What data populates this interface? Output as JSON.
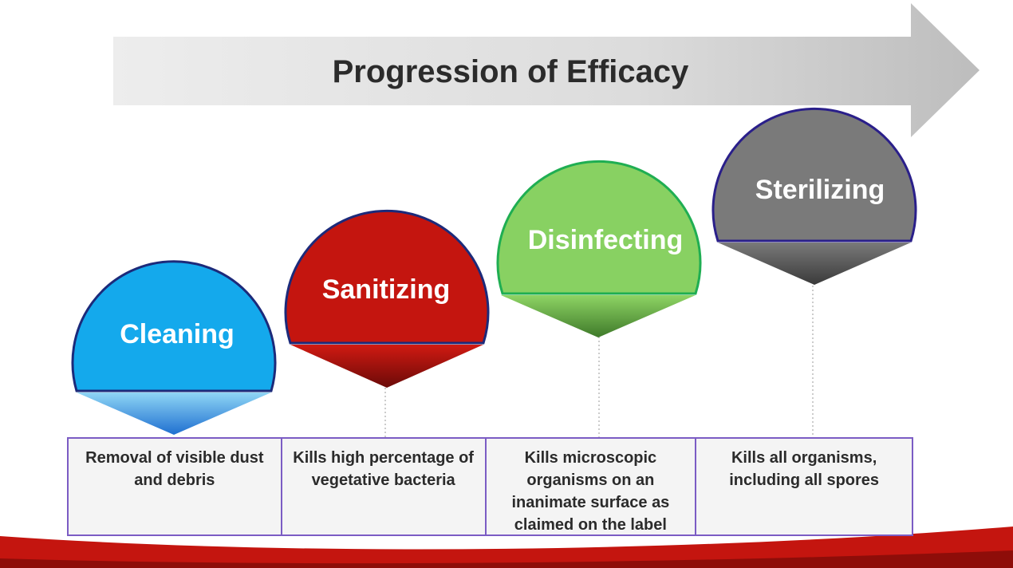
{
  "title": "Progression of Efficacy",
  "stages": [
    {
      "label": "Cleaning",
      "description": "Removal of visible dust and debris",
      "color": "#14a9ec",
      "outline": "#1c2a7a"
    },
    {
      "label": "Sanitizing",
      "description": "Kills high percentage of vegetative bacteria",
      "color": "#c4150f",
      "outline": "#1c2a7a"
    },
    {
      "label": "Disinfecting",
      "description": "Kills microscopic organisms on an inanimate surface as claimed on the label",
      "color": "#88d162",
      "outline": "#1fae52"
    },
    {
      "label": "Sterilizing",
      "description": "Kills all organisms, including all spores",
      "color": "#7a7a7a",
      "outline": "#2a1f8a"
    }
  ],
  "colors": {
    "arrow_light": "#ececec",
    "arrow_dark": "#bdbdbd",
    "table_border": "#7b5cc4",
    "footer_red": "#c4150f"
  }
}
